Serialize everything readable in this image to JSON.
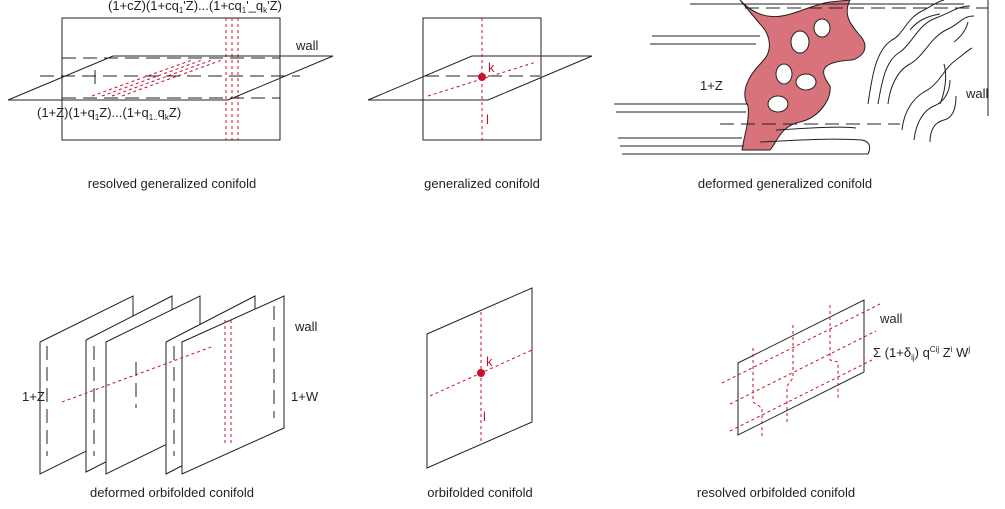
{
  "colors": {
    "line": "#231f20",
    "red": "#c8102e",
    "pink": "#d9737b",
    "background": "#ffffff"
  },
  "panels": {
    "resolved_generalized": {
      "caption": "resolved generalized conifold",
      "wall_label": "wall",
      "top_formula": {
        "p1": "(1+cZ)(1+cq",
        "s1": "1",
        "p2": "'Z)...(1+cq",
        "s2": "1",
        "p3": "'_q",
        "s3": "k",
        "p4": "'Z)"
      },
      "bottom_formula": {
        "p1": "(1+Z)(1+q",
        "s1": "1",
        "p2": "Z)...(1+q",
        "s2": "1..",
        "p3": "q",
        "s3": "k",
        "p4": "Z)"
      }
    },
    "generalized": {
      "caption": "generalized conifold",
      "k_label": "k",
      "l_label": "l"
    },
    "deformed_generalized": {
      "caption": "deformed generalized conifold",
      "z_label": "1+Z",
      "wall_label": "wall"
    },
    "deformed_orbifolded": {
      "caption": "deformed orbifolded conifold",
      "z_label": "1+Z",
      "w_label": "1+W",
      "wall_label": "wall"
    },
    "orbifolded": {
      "caption": "orbifolded conifold",
      "k_label": "k",
      "l_label": "l"
    },
    "resolved_orbifolded": {
      "caption": "resolved orbifolded conifold",
      "wall_label": "wall",
      "formula": {
        "sigma": "Σ",
        "p1": "(1+δ",
        "sub1": "ij",
        "p2": ") q",
        "sup1": "Cij",
        "p3": " Z",
        "sup2": "i",
        "p4": " W",
        "sup3": "j"
      }
    }
  }
}
